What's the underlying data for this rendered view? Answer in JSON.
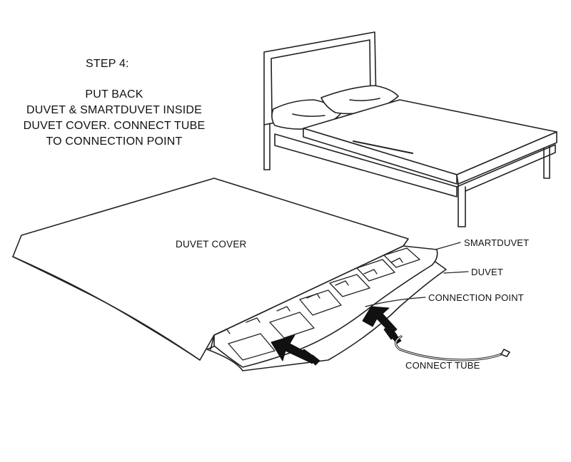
{
  "step": {
    "title": "STEP 4:",
    "lines": [
      "PUT BACK",
      "DUVET & SMARTDUVET INSIDE",
      "DUVET COVER. CONNECT TUBE",
      "TO CONNECTION POINT"
    ]
  },
  "labels": {
    "duvet_cover": "DUVET COVER",
    "smartduvet": "SMARTDUVET",
    "duvet": "DUVET",
    "connection_point": "CONNECTION POINT",
    "connect_tube": "CONNECT TUBE"
  },
  "icons": [
    "bed-illustration",
    "arrow-icon",
    "tube-icon"
  ]
}
